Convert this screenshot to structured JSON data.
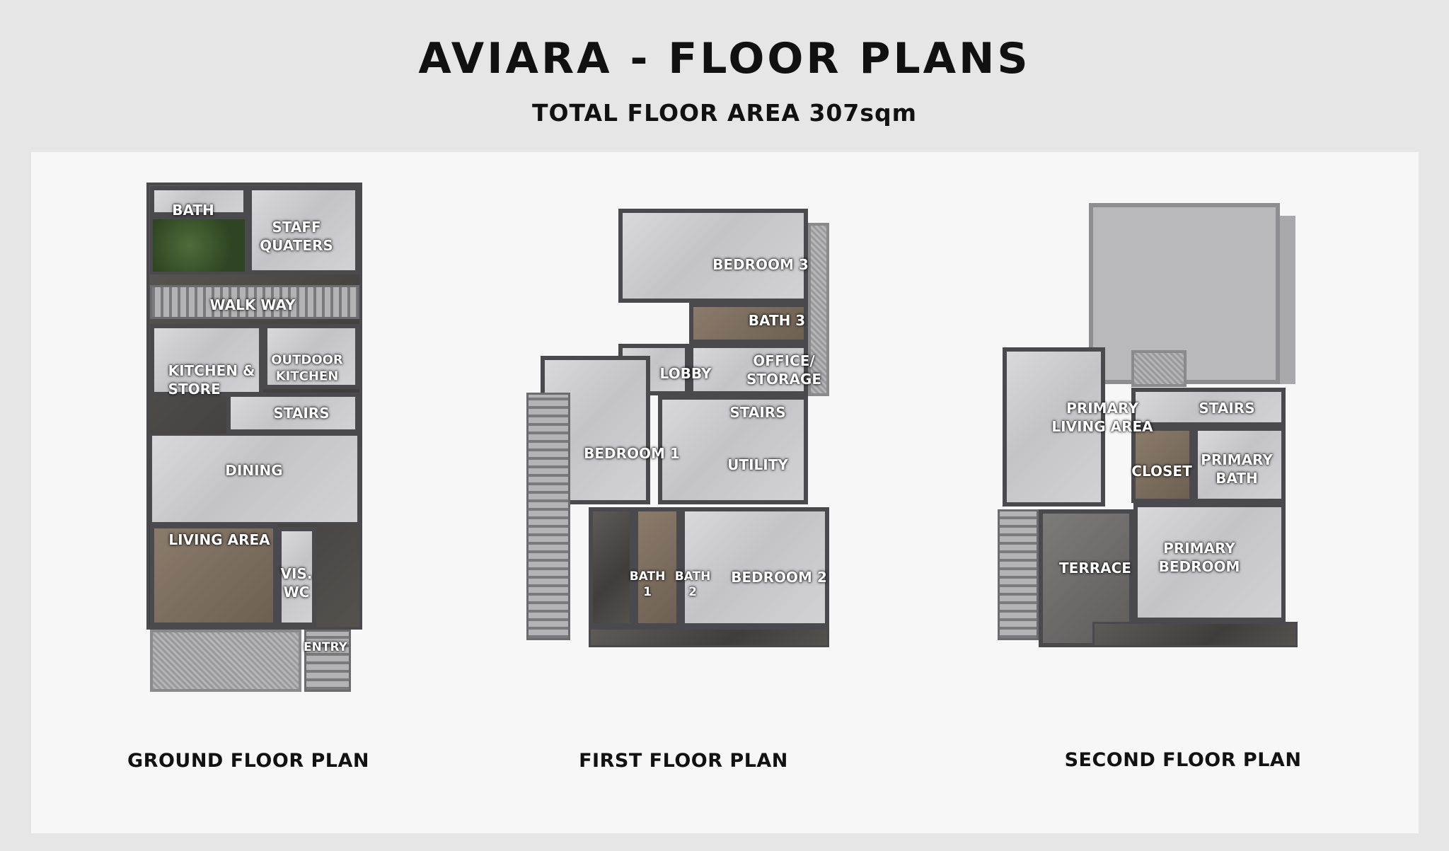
{
  "header": {
    "title": "AVIARA - FLOOR PLANS",
    "subtitle": "TOTAL FLOOR AREA 307sqm"
  },
  "ground_floor": {
    "caption": "GROUND FLOOR PLAN",
    "rooms": {
      "bath": "BATH",
      "staff_quarters": "STAFF\nQUATERS",
      "walkway": "WALK WAY",
      "kitchen_store": "KITCHEN &\nSTORE",
      "outdoor_kitchen": "OUTDOOR\nKITCHEN",
      "stairs": "STAIRS",
      "dining": "DINING",
      "living_area": "LIVING AREA",
      "vis_wc": "VIS.\nWC",
      "entry": "ENTRY"
    }
  },
  "first_floor": {
    "caption": "FIRST FLOOR PLAN",
    "rooms": {
      "bedroom_3": "BEDROOM 3",
      "bath_3": "BATH 3",
      "lobby": "LOBBY",
      "office_storage": "OFFICE/\nSTORAGE",
      "stairs": "STAIRS",
      "bedroom_1": "BEDROOM 1",
      "utility": "UTILITY",
      "bath_1": "BATH\n1",
      "bath_2": "BATH\n2",
      "bedroom_2": "BEDROOM 2"
    }
  },
  "second_floor": {
    "caption": "SECOND FLOOR PLAN",
    "rooms": {
      "primary_living": "PRIMARY\nLIVING AREA",
      "stairs": "STAIRS",
      "closet": "CLOSET",
      "primary_bath": "PRIMARY\nBATH",
      "terrace": "TERRACE",
      "primary_bedroom": "PRIMARY\nBEDROOM"
    }
  }
}
